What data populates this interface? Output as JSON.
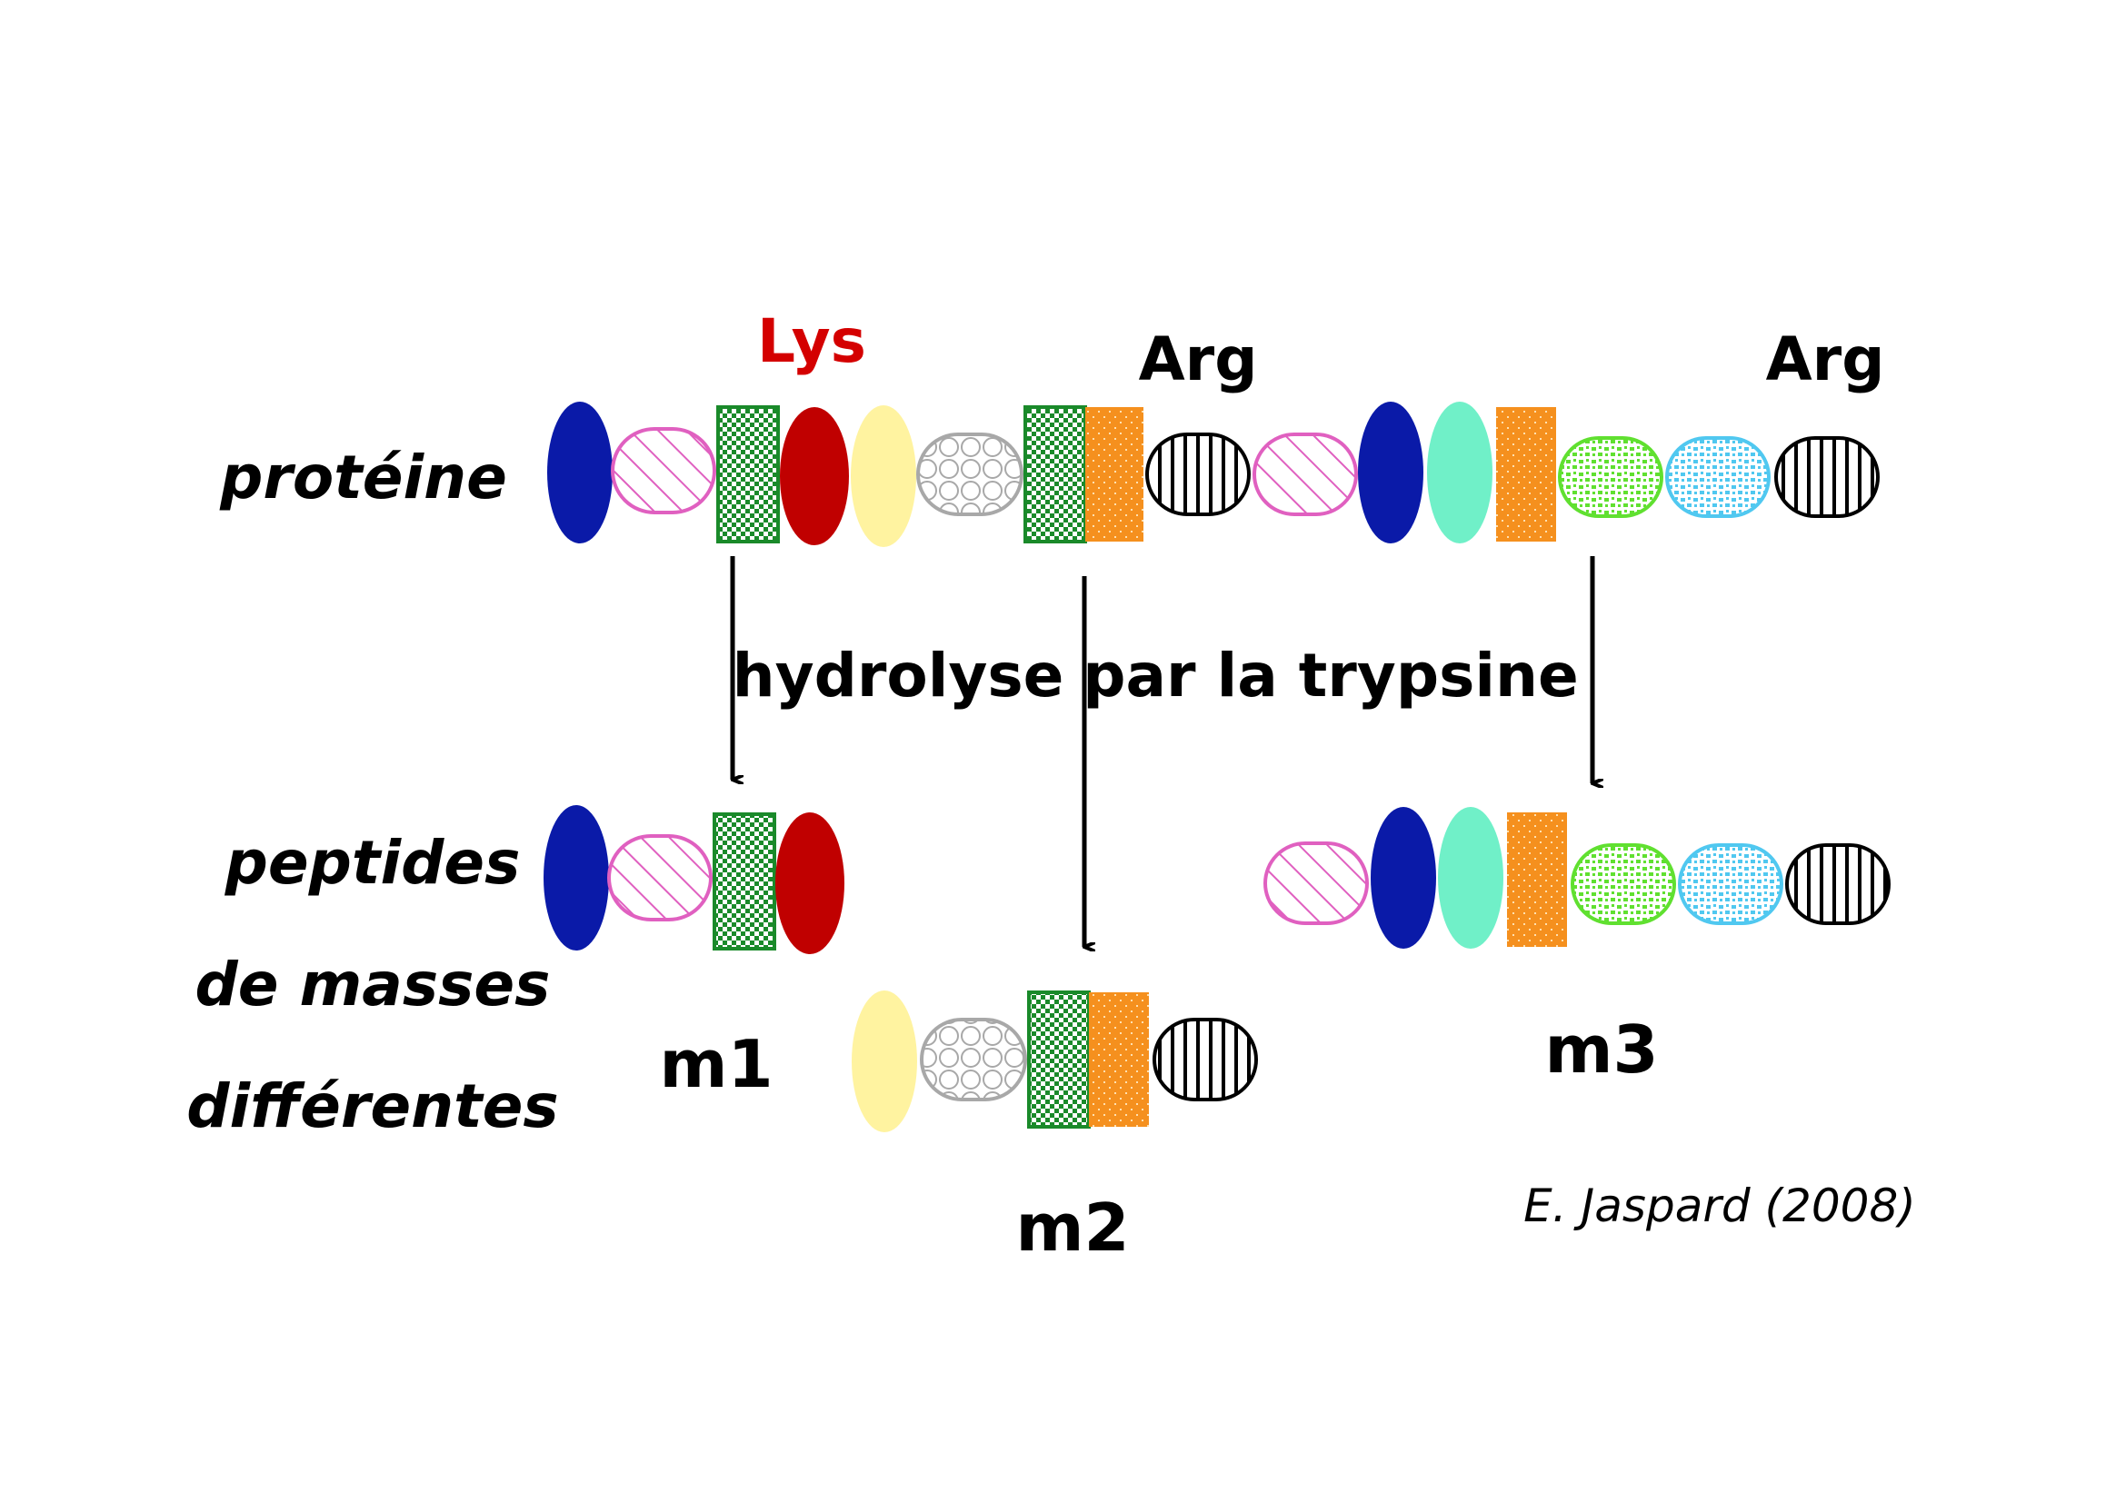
{
  "labels": {
    "protein": "protéine",
    "peptides_line1": "peptides",
    "peptides_line2": "de masses",
    "peptides_line3": "différentes",
    "lys": "Lys",
    "arg1": "Arg",
    "arg2": "Arg",
    "hydrolyse": "hydrolyse",
    "par_trypsine": "par la trypsine",
    "m1": "m1",
    "m2": "m2",
    "m3": "m3",
    "credit": "E. Jaspard (2008)"
  },
  "colors": {
    "lys_label": "#d40000",
    "navy": "#0a1aa8",
    "pink": "#e060c0",
    "green": "#1a8a2a",
    "red": "#c00000",
    "yellow": "#fff3a0",
    "gray": "#a8a8a8",
    "orange": "#f5901e",
    "black": "#000000",
    "aqua": "#70f0c8",
    "lime": "#60e030",
    "cyan": "#50c8f0"
  },
  "residue_types": {
    "navy_oval": "solid navy ellipse",
    "pink_hatched": "pink diagonal-hatched capsule",
    "green_checker": "green checkered square",
    "red_oval": "solid red ellipse (Lys)",
    "yellow_oval": "solid pale-yellow ellipse",
    "gray_scalloped": "gray scalloped capsule",
    "orange_dotted": "orange dotted square",
    "black_striped": "black vertical-striped capsule (Arg)",
    "aqua_oval": "solid aquamarine ellipse",
    "lime_dotted": "lime speckled capsule",
    "cyan_dotted": "cyan speckled capsule"
  },
  "protein_sequence": [
    "navy_oval",
    "pink_hatched",
    "green_checker",
    "red_oval",
    "yellow_oval",
    "gray_scalloped",
    "green_checker",
    "orange_dotted",
    "black_striped",
    "pink_hatched",
    "navy_oval",
    "aqua_oval",
    "orange_dotted",
    "lime_dotted",
    "cyan_dotted",
    "black_striped"
  ],
  "peptide_m1": [
    "navy_oval",
    "pink_hatched",
    "green_checker",
    "red_oval"
  ],
  "peptide_m2": [
    "yellow_oval",
    "gray_scalloped",
    "green_checker",
    "orange_dotted",
    "black_striped"
  ],
  "peptide_m3": [
    "pink_hatched",
    "navy_oval",
    "aqua_oval",
    "orange_dotted",
    "lime_dotted",
    "cyan_dotted",
    "black_striped"
  ]
}
